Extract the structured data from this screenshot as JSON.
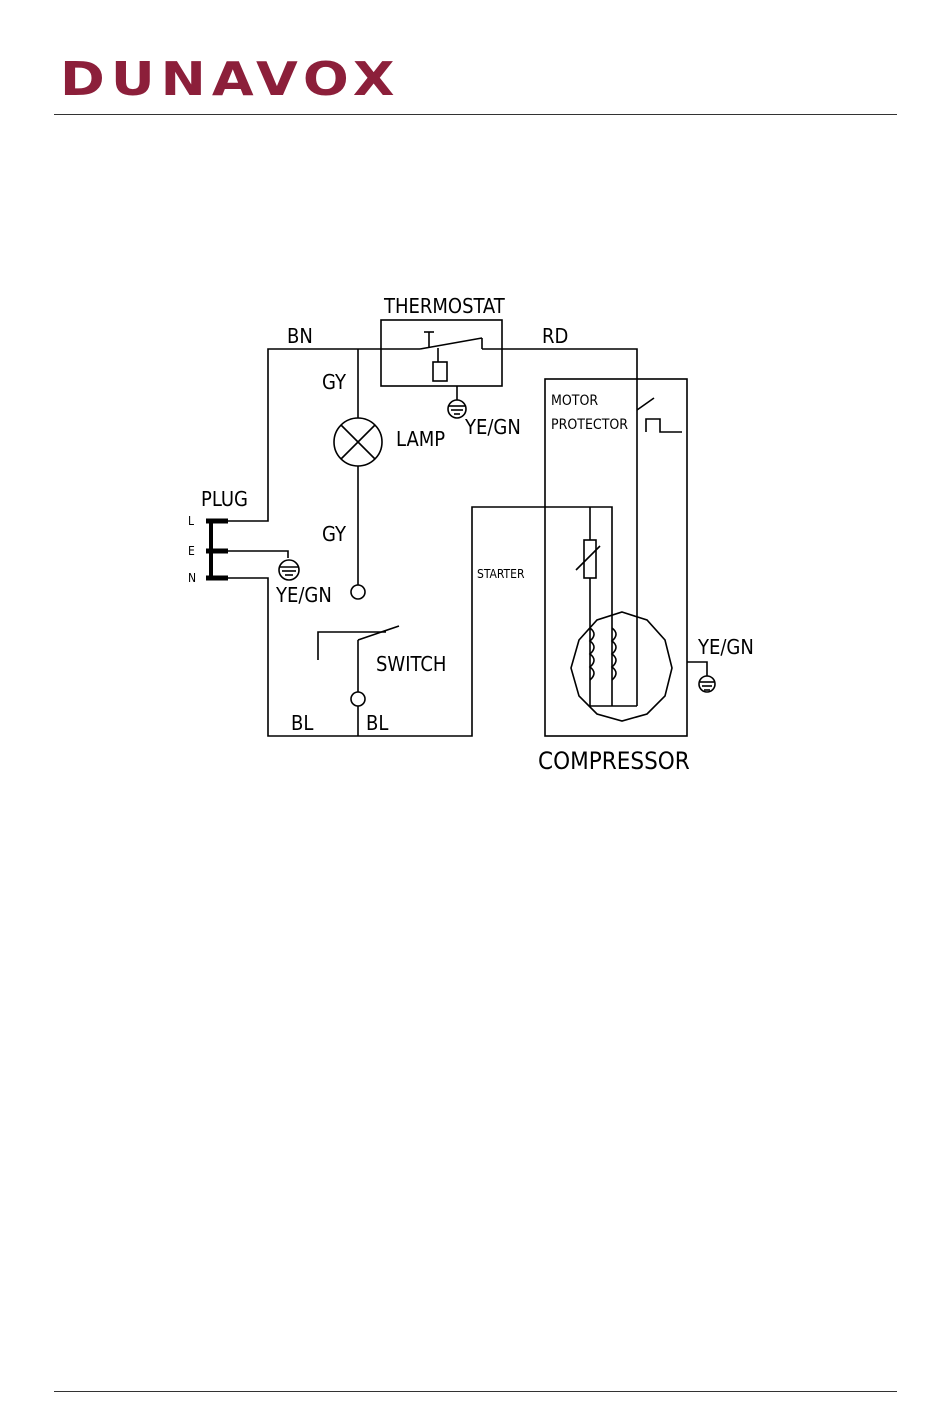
{
  "header": {
    "logo_text": "DUNAVOX",
    "brand_color": "#8c1f3a"
  },
  "diagram": {
    "thermostat": "THERMOSTAT",
    "bn": "BN",
    "rd": "RD",
    "gy_top": "GY",
    "gy_mid": "GY",
    "lamp": "LAMP",
    "ye_gn_thermostat": "YE/GN",
    "motor": "MOTOR",
    "protector": "PROTECTOR",
    "plug": "PLUG",
    "plug_l": "L",
    "plug_e": "E",
    "plug_n": "N",
    "ye_gn_plug": "YE/GN",
    "starter": "STARTER",
    "switch": "SWITCH",
    "bl_left": "BL",
    "bl_right": "BL",
    "ye_gn_compressor": "YE/GN",
    "compressor": "COMPRESSOR"
  }
}
